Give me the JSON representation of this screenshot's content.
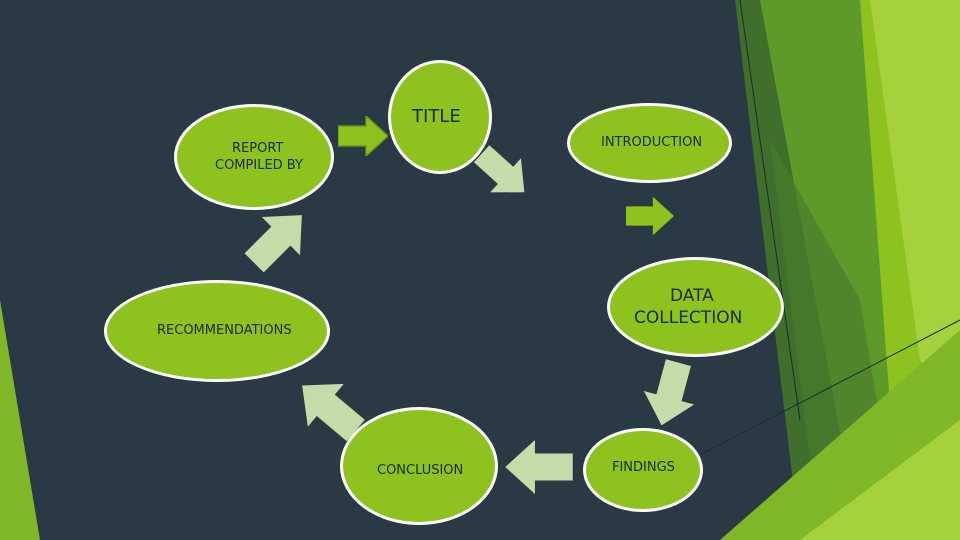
{
  "colors": {
    "background": "#2a3a44",
    "node_fill": "#8dc21f",
    "node_border": "#ffffff",
    "arrow_bright": "#8dc21f",
    "arrow_pale": "#c3dca8",
    "accent_green": "#6aa82a"
  },
  "nodes": {
    "title": "TITLE",
    "introduction": "INTRODUCTION",
    "data_collection_line1": "DATA",
    "data_collection_line2": "COLLECTION",
    "findings": "FINDINGS",
    "conclusion": "CONCLUSION",
    "recommendations": "RECOMMENDATIONS",
    "report_line1": "REPORT",
    "report_line2": "COMPILED BY"
  }
}
